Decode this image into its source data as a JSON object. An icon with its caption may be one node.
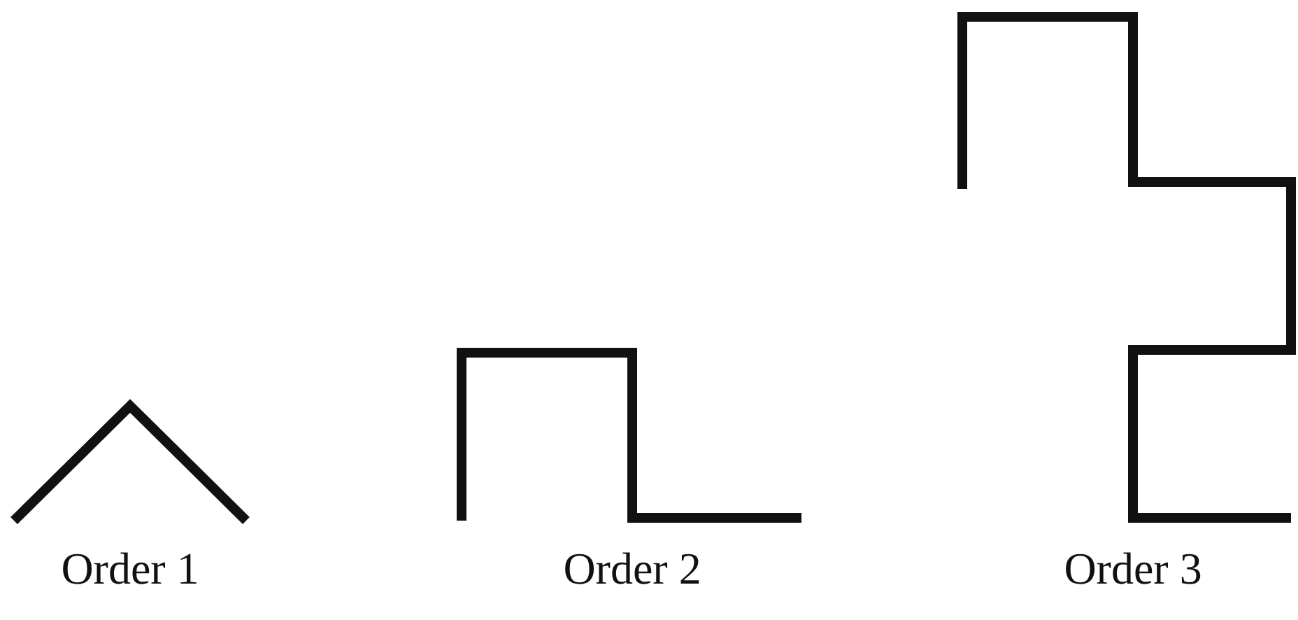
{
  "diagram": {
    "labels": [
      "Order 1",
      "Order 2",
      "Order 3"
    ]
  }
}
